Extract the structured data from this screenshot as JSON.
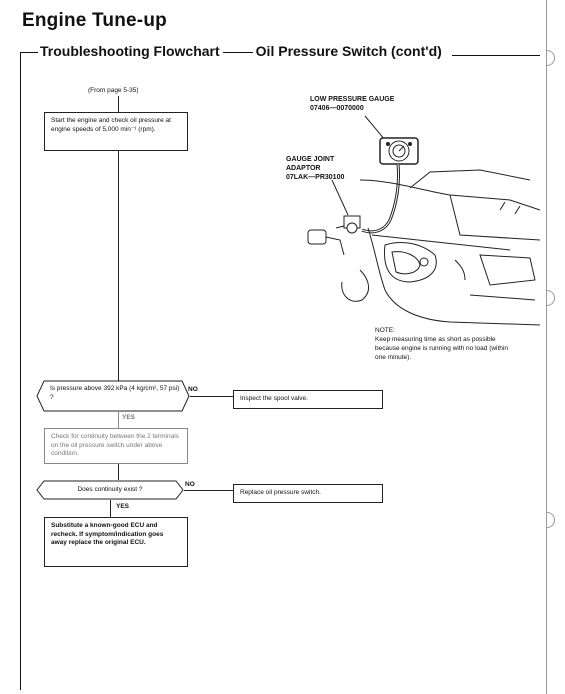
{
  "header": {
    "title": "Engine Tune-up",
    "subtitle_left": "Troubleshooting Flowchart",
    "subtitle_right": "Oil Pressure Switch (cont'd)"
  },
  "flowchart": {
    "from_page": "(From page 5-35)",
    "step1": "Start the engine and check oil pressure at engine speeds of 5,000 min⁻¹ (rpm).",
    "decision1": "Is pressure above 392 kPa (4 kg/cm², 57 psi) ?",
    "decision1_no": "NO",
    "action_spool": "Inspect the spool valve.",
    "decision1_yes": "YES",
    "step2": "Check for continuity between the 2 terminals on the oil pressure switch under above condition.",
    "decision2": "Does continuity exist ?",
    "decision2_no": "NO",
    "action_replace": "Replace oil pressure switch.",
    "decision2_yes": "YES",
    "step3": "Substitute a known-good ECU and recheck. If symptom/indication goes away replace the original ECU."
  },
  "diagram": {
    "gauge_label": "LOW PRESSURE GAUGE",
    "gauge_part": "07406—0070000",
    "adaptor_label_1": "GAUGE JOINT",
    "adaptor_label_2": "ADAPTOR",
    "adaptor_part": "07LAK—PR30100"
  },
  "note": {
    "heading": "NOTE:",
    "text": "Keep measuring time as short as possible because engine is running with no load (within one minute)."
  }
}
